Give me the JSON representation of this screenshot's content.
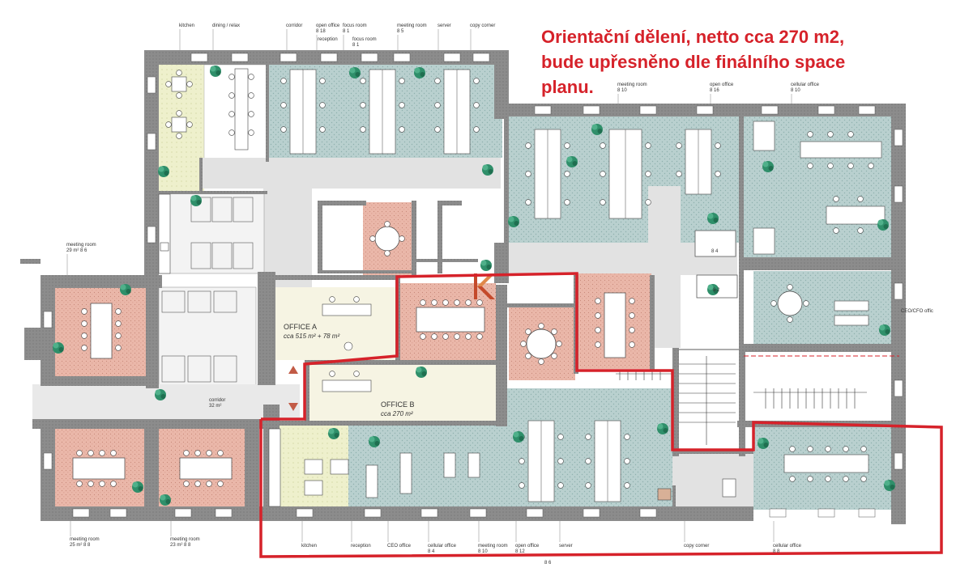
{
  "note": {
    "line1": "Orientační dělení, netto cca 270 m2,",
    "line2": "bude upřesněno dle finálního space",
    "line3": "planu."
  },
  "offices": {
    "a_title": "OFFICE A",
    "a_area": "cca 515 m² + 78 m²",
    "b_title": "OFFICE B",
    "b_area": "cca 270 m²"
  },
  "top_labels": {
    "kitchen": "kitchen",
    "dining": "dining / relax",
    "corridor": "corridor",
    "open_office": "open office",
    "open_office_cap": "8 18",
    "reception": "reception",
    "focus_room": "focus room",
    "focus_room_cap": "8 1",
    "focus_room2": "focus room",
    "focus_room2_cap": "8 1",
    "meeting_room": "meeting room",
    "meeting_room_cap": "8 5",
    "server": "server",
    "copy_corner": "copy corner",
    "meeting_room_r": "meeting room",
    "meeting_room_r_cap": "8 10",
    "open_office_r": "open office",
    "open_office_r_cap": "8 16",
    "cellular_office": "cellular office",
    "cellular_office_cap": "8 10"
  },
  "left_labels": {
    "meeting_room": "meeting room",
    "meeting_room_area": "29 m²  8 6",
    "corridor": "corridor",
    "corridor_area": "32 m²",
    "ceo_cfo": "CEO/CFO offic"
  },
  "bottom_labels": {
    "meeting_room1": "meeting room",
    "meeting_room1_cap": "25 m²  8 8",
    "meeting_room2": "meeting room",
    "meeting_room2_cap": "23 m²  8 8",
    "kitchen": "kitchen",
    "reception": "reception",
    "ceo_office": "CEO office",
    "cellular_office": "cellular office",
    "cellular_office_cap": "8 4",
    "meeting_room3": "meeting room",
    "meeting_room3_cap": "8 10",
    "open_office": "open office",
    "open_office_cap": "8 12",
    "server": "server",
    "copy_corner": "copy corner",
    "cellular_office_r": "cellular office",
    "cellular_office_r_cap": "8 8",
    "small_cap": "8 6"
  },
  "room_marks": {
    "b4": "8 4",
    "b2": "8 2"
  },
  "colors": {
    "wall": "#8c8c8c",
    "meeting_floor": "#e8b4a6",
    "office_floor": "#b9d0cf",
    "kitchen_floor": "#eef0cc",
    "corridor_floor": "#e2e2e2",
    "office_b_floor": "#f6f4e3",
    "boundary": "#d6222a",
    "annotation": "#d6222a"
  },
  "icons": {
    "logo": "k-logo-icon",
    "plant": "plant-icon",
    "person": "person-icon"
  }
}
